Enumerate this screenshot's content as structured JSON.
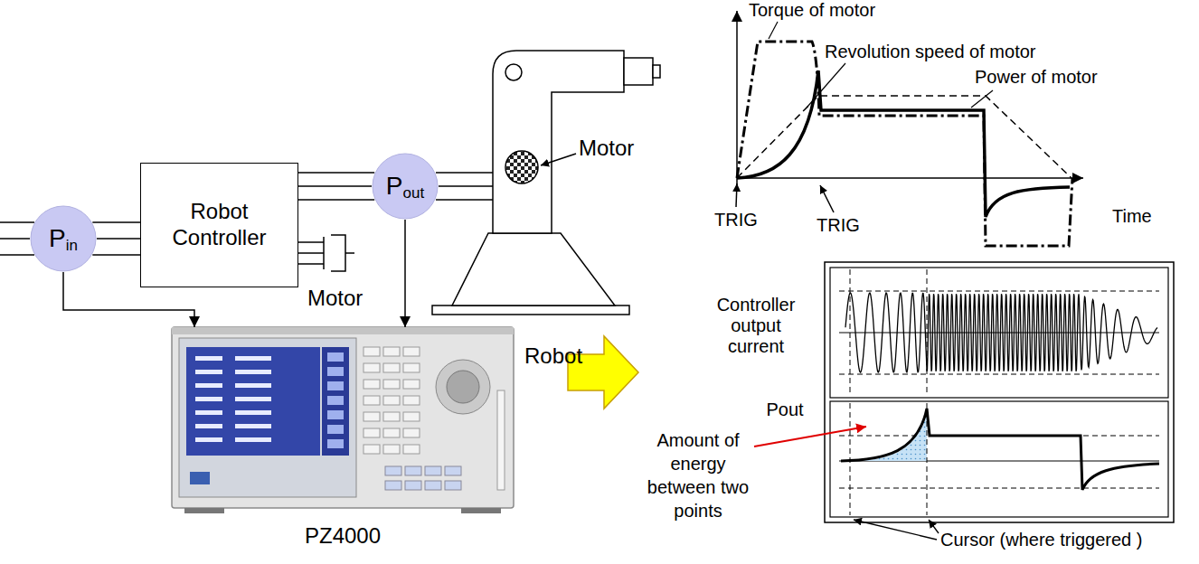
{
  "diagram": {
    "nodes": [
      {
        "text": [
          "P",
          "in"
        ]
      },
      {
        "text": [
          "Robot Controller"
        ]
      },
      {
        "text": [
          "P",
          "out"
        ]
      },
      {
        "text": [
          "PZ4000"
        ]
      }
    ],
    "edges": [
      {
        "from": 0,
        "to": 1,
        "arrow": "none"
      },
      {
        "from": 1,
        "to": 2,
        "arrow": "none"
      },
      {
        "from": 0,
        "to": 3,
        "arrow": "to"
      },
      {
        "from": 2,
        "to": 3,
        "arrow": "to"
      }
    ],
    "labels": [
      "Motor",
      "Motor",
      "Robot",
      "Torque of motor",
      "Revolution speed of motor",
      "Power of motor",
      "Time",
      "TRIG",
      "TRIG",
      "Controller output current",
      "Pout",
      "Amount of energy between two points",
      "Cursor (where triggered )"
    ]
  }
}
